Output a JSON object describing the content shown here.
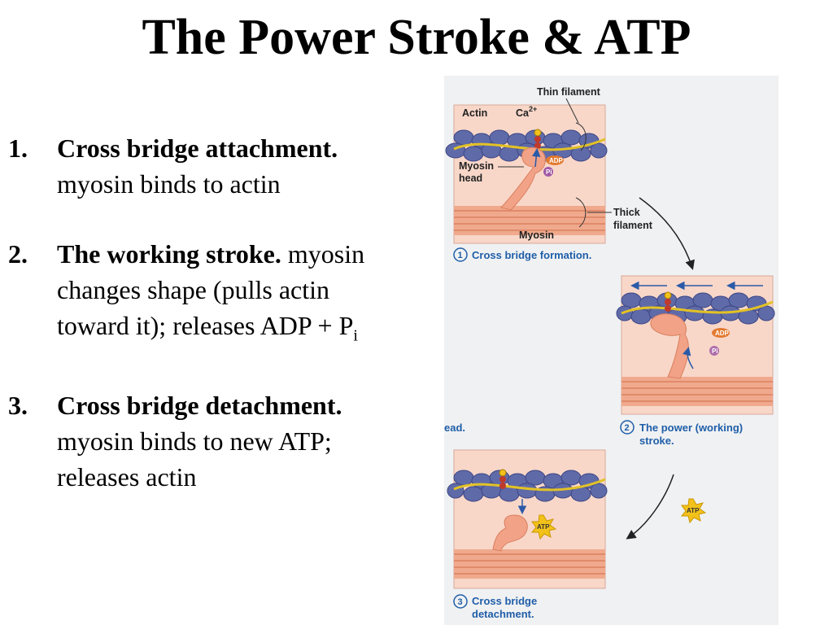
{
  "title": "The Power Stroke & ATP",
  "steps": [
    {
      "num": "1.",
      "bold": "Cross bridge attachment.",
      "text": " myosin binds to actin"
    },
    {
      "num": "2.",
      "bold": "The working stroke.",
      "text": " myosin changes shape (pulls actin toward it); releases ADP + P",
      "sub": "i"
    },
    {
      "num": "3.",
      "bold": "Cross bridge detachment.",
      "text": " myosin binds to new ATP; releases actin"
    }
  ],
  "figure": {
    "labels": {
      "thin_filament": "Thin filament",
      "actin": "Actin",
      "calcium": "Ca",
      "calcium_charge": "2+",
      "myosin_head_line1": "Myosin",
      "myosin_head_line2": "head",
      "thick_line1": "Thick",
      "thick_line2": "filament",
      "myosin": "Myosin",
      "adp": "ADP",
      "pi": "Pi",
      "atp": "ATP",
      "cut_text": "ead."
    },
    "captions": [
      {
        "num": "1",
        "line1": "Cross bridge formation.",
        "line2": ""
      },
      {
        "num": "2",
        "line1": "The power (working)",
        "line2": "stroke."
      },
      {
        "num": "3",
        "line1": "Cross bridge",
        "line2": "detachment."
      }
    ],
    "colors": {
      "caption": "#1f5ea8",
      "actin": "#5f6aa8",
      "myosin": "#f2a287",
      "panel_bg": "#f8d7c9",
      "adp": "#e37a31",
      "pi": "#a15aa6",
      "atp": "#f3c21a",
      "tropomyosin": "#e2c226"
    }
  }
}
